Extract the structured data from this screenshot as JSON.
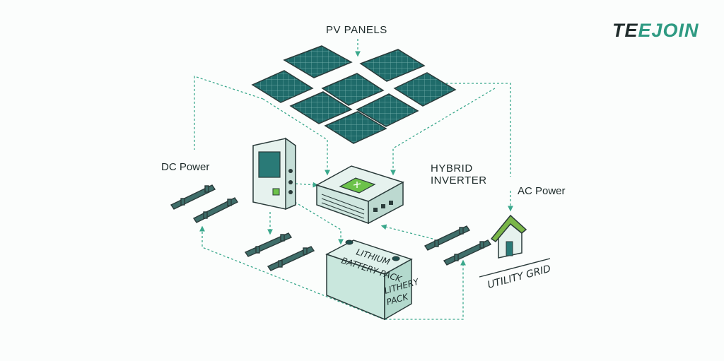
{
  "brand": {
    "logo_part1": "TE",
    "logo_part2": "EJOIN",
    "accent": "#2e9a82"
  },
  "labels": {
    "pv_panels": "PV PANELS",
    "dc_power": "DC Power",
    "hybrid_inverter_1": "HYBRID",
    "hybrid_inverter_2": "INVERTER",
    "ac_power": "AC Power",
    "utility_grid": "UTILITY GRID",
    "battery_top_1": "LITHIUM",
    "battery_top_2": "BATTERY PACK",
    "battery_front_1": "LITHERY",
    "battery_front_2": "PACK"
  },
  "colors": {
    "panel": "#1f6b6a",
    "panel_grid": "#7fb8b3",
    "frame": "#2a3b3a",
    "connector": "#3aa88c",
    "device_fill": "#d7ece6",
    "inverter_screen": "#6cc24a",
    "battery_fill": "#c9e7dd",
    "house_roof": "#7ab648"
  }
}
